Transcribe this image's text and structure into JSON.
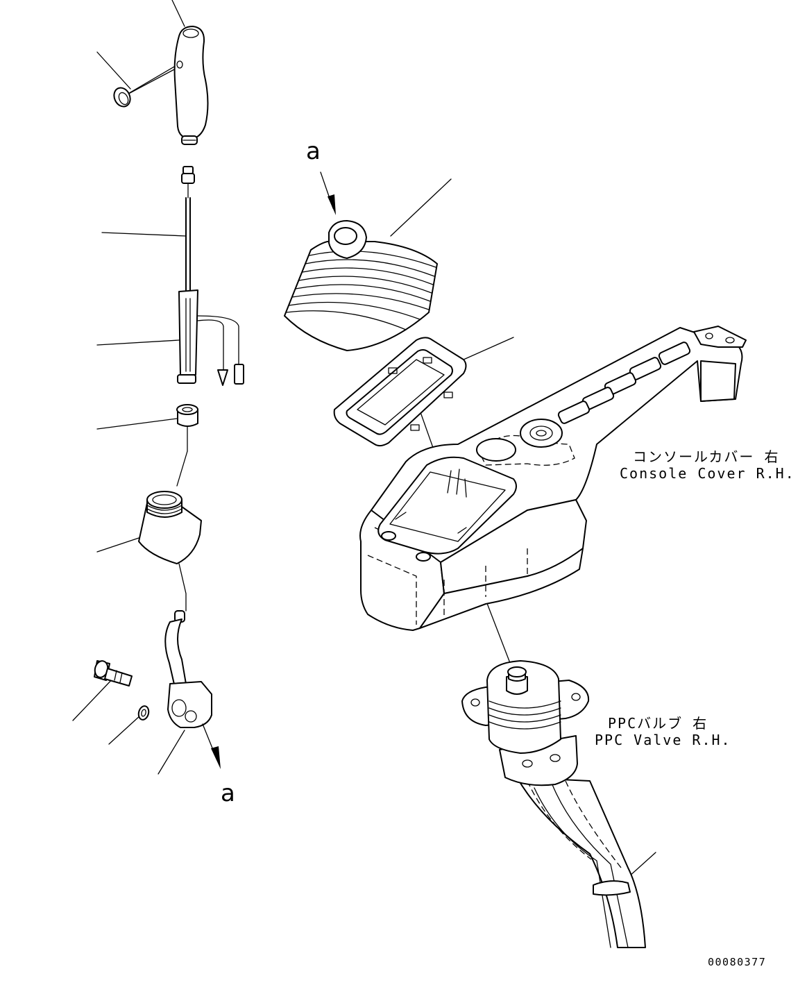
{
  "view_marks": {
    "top": "a",
    "bottom": "a"
  },
  "labels": {
    "console_cover_jp": "コンソールカバー 右",
    "console_cover_en": "Console Cover R.H.",
    "ppc_valve_jp": "PPCバルブ 右",
    "ppc_valve_en": "PPC Valve R.H."
  },
  "drawing_number": "00080377",
  "parts": [
    {
      "name": "lever-grip",
      "icon": "grip-knob-icon"
    },
    {
      "name": "grip-screw",
      "icon": "screw-icon"
    },
    {
      "name": "switch-wire",
      "icon": "wire-icon"
    },
    {
      "name": "lever-rod-harness",
      "icon": "rod-icon"
    },
    {
      "name": "nut",
      "icon": "nut-icon"
    },
    {
      "name": "inner-boot",
      "icon": "boot-icon"
    },
    {
      "name": "lever-bracket",
      "icon": "bracket-icon"
    },
    {
      "name": "bracket-bolt",
      "icon": "bolt-icon"
    },
    {
      "name": "washer",
      "icon": "washer-icon"
    },
    {
      "name": "bellows-boot",
      "icon": "bellows-icon"
    },
    {
      "name": "boot-plate",
      "icon": "plate-icon"
    },
    {
      "name": "console-cover",
      "icon": "console-icon"
    },
    {
      "name": "ppc-valve",
      "icon": "valve-icon"
    },
    {
      "name": "hose-clamp",
      "icon": "clamp-icon"
    }
  ]
}
